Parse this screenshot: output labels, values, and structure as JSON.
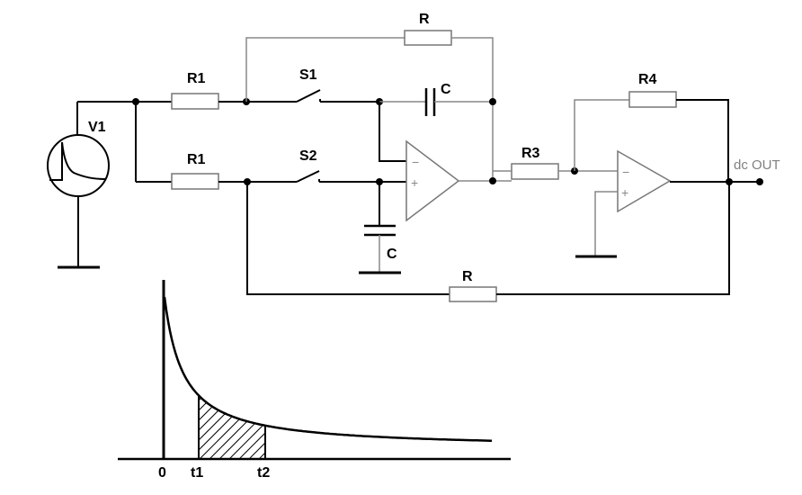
{
  "diagram": {
    "type": "circuit-schematic",
    "description": "Gated integrator (boxcar) circuit with decaying-pulse source and integration window plot",
    "source": {
      "label": "V1",
      "waveform_icon": "decaying-pulse-icon"
    },
    "components": {
      "r1_top": {
        "label": "R1"
      },
      "r1_bottom": {
        "label": "R1"
      },
      "switch_1": {
        "label": "S1",
        "state": "open"
      },
      "switch_2": {
        "label": "S2",
        "state": "open"
      },
      "feedback_r_top": {
        "label": "R"
      },
      "feedback_r_bottom": {
        "label": "R"
      },
      "integrator_cap": {
        "label": "C"
      },
      "ground_cap": {
        "label": "C"
      },
      "r3": {
        "label": "R3"
      },
      "r4": {
        "label": "R4"
      },
      "opamp_1": {
        "minus": "−",
        "plus": "+"
      },
      "opamp_2": {
        "minus": "−",
        "plus": "+"
      }
    },
    "output": {
      "label": "dc OUT"
    }
  },
  "plot": {
    "curve": "exponential decay",
    "tick_labels": [
      "0",
      "t1",
      "t2"
    ],
    "shaded_region": {
      "from": "t1",
      "to": "t2",
      "pattern": "diagonal hatch"
    }
  }
}
